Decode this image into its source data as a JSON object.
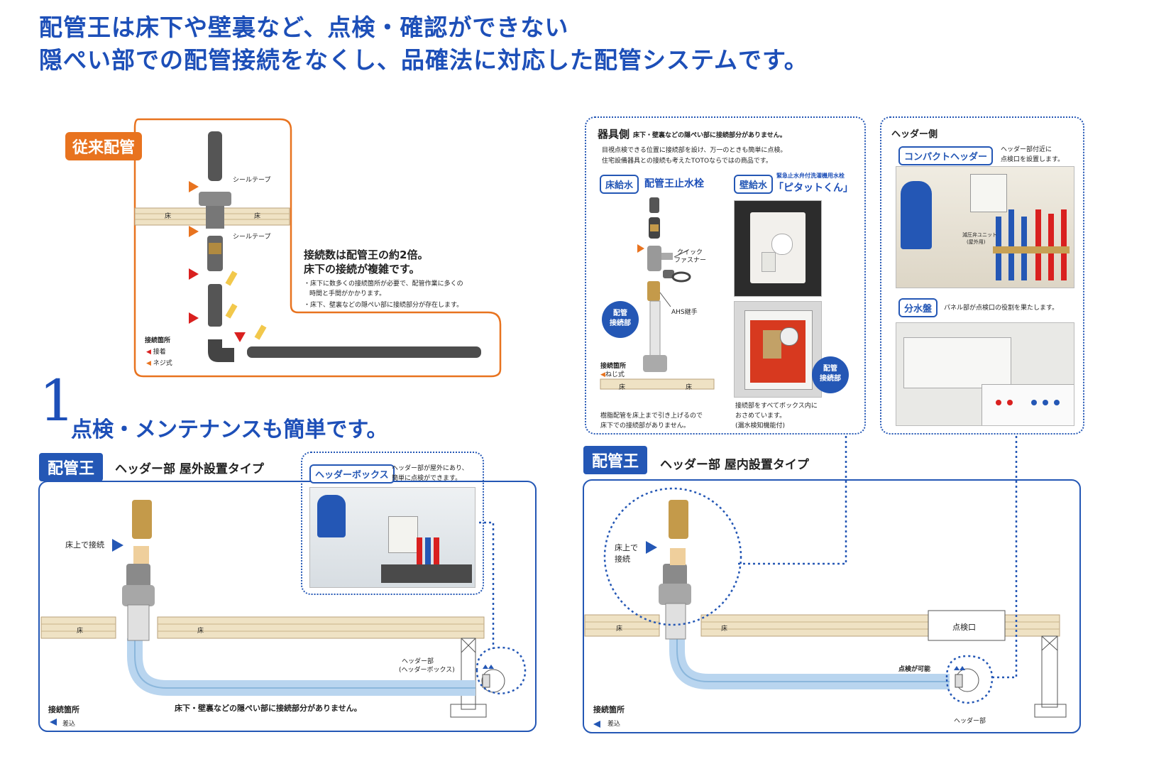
{
  "headline": {
    "line1": "配管王は床下や壁裏など、点検・確認ができない",
    "line2": "隠ぺい部での配管接続をなくし、品確法に対応した配管システムです。"
  },
  "legacy": {
    "tag": "従来配管",
    "seal_tape": "シールテープ",
    "floor": "床",
    "heading1": "接続数は配管王の約2倍。",
    "heading2": "床下の接続が複雑です。",
    "bullet1a": "・床下に数多くの接続箇所が必要で、配管作業に多くの",
    "bullet1b": "時間と手間がかかります。",
    "bullet2": "・床下、壁裏などの隠ぺい部に接続部分が存在します。",
    "legend_title": "接続箇所",
    "legend_glue": "接着",
    "legend_screw": "ネジ式"
  },
  "section1": {
    "number": "1",
    "title": "点検・メンテナンスも簡単です。"
  },
  "outdoor": {
    "tag": "配管王",
    "subtitle": "ヘッダー部  屋外設置タイプ",
    "box_pill": "ヘッダーボックス",
    "box_desc1": "ヘッダー部が屋外にあり、",
    "box_desc2": "簡単に点検ができます。",
    "connect_above": "床上で接続",
    "floor": "床",
    "header_label1": "ヘッダー部",
    "header_label2": "(ヘッダーボックス)",
    "no_hidden": "床下・壁裏などの隠ぺい部に接続部分がありません。",
    "legend_title": "接続箇所",
    "legend_insert": "差込"
  },
  "fixture": {
    "title": "器具側",
    "title_note": "床下・壁裏などの隠ぺい部に接続部分がありません。",
    "desc1": "目視点検できる位置に接続部を設け、万一のときも簡単に点検。",
    "desc2": "住宅設備器具との接続も考えたTOTOならではの商品です。",
    "floor_pill": "床給水",
    "floor_product": "配管王止水栓",
    "wall_pill": "壁給水",
    "wall_note": "緊急止水弁付洗濯機用水栓",
    "wall_product": "「ピタットくん」",
    "quick1": "クイック",
    "quick2": "ファスナー",
    "ahs": "AHS継手",
    "joint_badge1": "配管",
    "joint_badge2": "接続部",
    "legend_title": "接続箇所",
    "legend_screw": "ねじ式",
    "floor": "床",
    "caption_left1": "樹脂配管を床上まで引き上げるので",
    "caption_left2": "床下での接続部がありません。",
    "caption_right1": "接続部をすべてボックス内に",
    "caption_right2": "おさめています。",
    "caption_right3": "(漏水検知機能付)"
  },
  "header_side": {
    "title": "ヘッダー側",
    "compact_pill": "コンパクトヘッダー",
    "compact_desc1": "ヘッダー部付近に",
    "compact_desc2": "点検口を設置します。",
    "valve_label1": "減圧弁ユニット",
    "valve_label2": "(屋外用)",
    "manifold_pill": "分水盤",
    "manifold_desc": "パネル部が点検口の役割を果たします。"
  },
  "indoor": {
    "tag": "配管王",
    "subtitle": "ヘッダー部  屋内設置タイプ",
    "connect_above1": "床上で",
    "connect_above2": "接続",
    "floor": "床",
    "inspection_port": "点検口",
    "inspectable": "点検が可能",
    "header_label": "ヘッダー部",
    "legend_title": "接続箇所",
    "legend_insert": "差込"
  },
  "colors": {
    "blue": "#1d4fb8",
    "orange": "#e8731f",
    "red": "#d9201f",
    "floor_wood": "#efe2c4"
  }
}
